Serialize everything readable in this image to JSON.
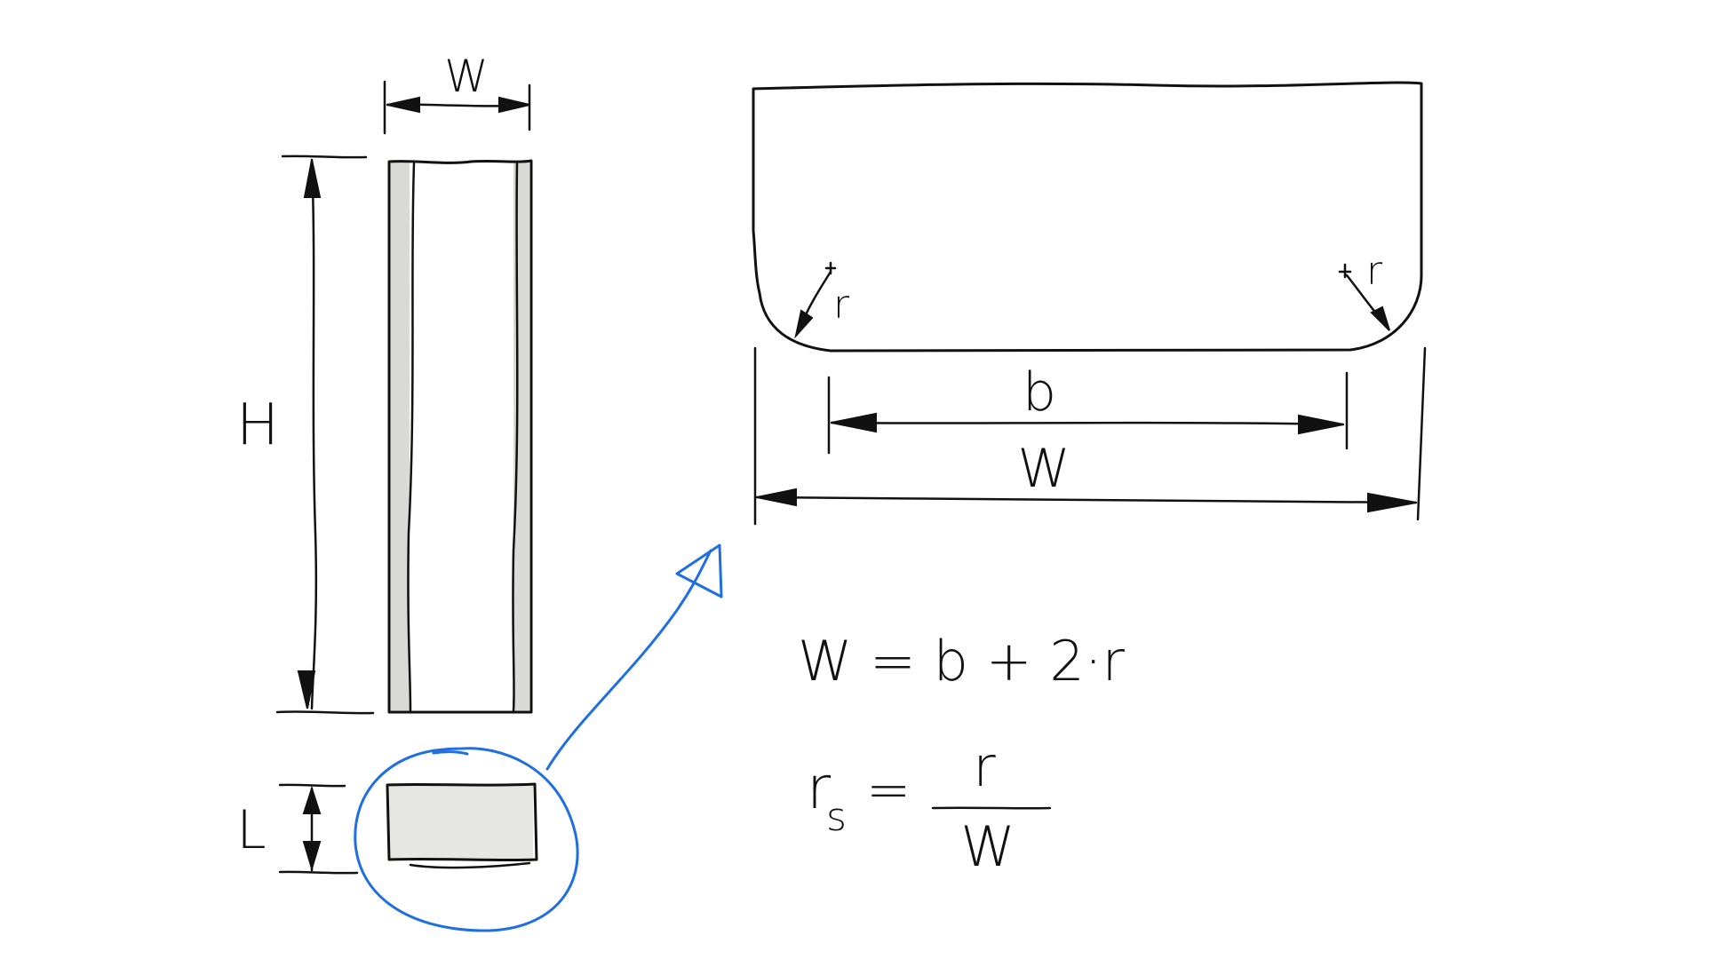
{
  "labels": {
    "profile_width": "W",
    "profile_height": "H",
    "section_length": "L",
    "corner_radius_left": "r",
    "corner_radius_right": "r",
    "flat_width": "b",
    "overall_width": "W"
  },
  "formulas": {
    "width_relation": "W = b + 2·r",
    "relative_radius_lhs": "r",
    "relative_radius_subscript": "s",
    "relative_radius_equals": "=",
    "relative_radius_numerator": "r",
    "relative_radius_denominator": "W"
  },
  "colors": {
    "ink": "#111111",
    "detail_fill": "#d6e3f1",
    "section_fill": "#e6e6e3",
    "strip_fill": "#d9d9d6",
    "highlight": "#1f6fe0"
  }
}
